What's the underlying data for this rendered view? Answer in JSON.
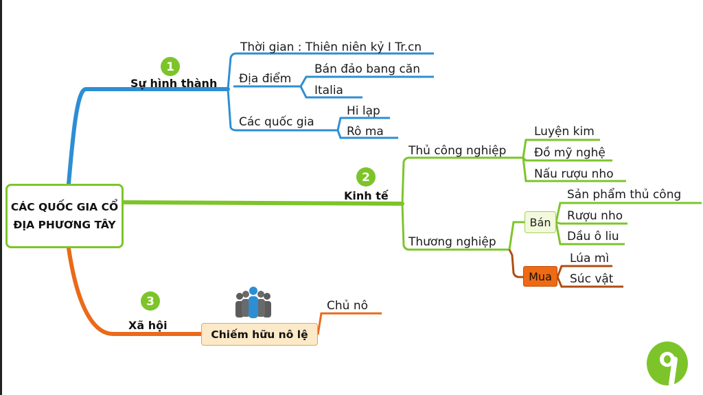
{
  "central": {
    "title": "CÁC QUỐC GIA CỔ ĐỊA PHƯƠNG TÂY"
  },
  "colors": {
    "blue": "#2d8ed3",
    "green": "#7dc42a",
    "orange": "#ea6a1a",
    "brown": "#b04c10"
  },
  "branch1": {
    "number": "1",
    "title": "Sự hình thành",
    "time": "Thời gian : Thiên niên kỷ I Tr.cn",
    "place": "Địa điểm",
    "place_items": [
      "Bán đảo bang căn",
      "Italia"
    ],
    "states": "Các quốc gia",
    "states_items": [
      "Hi lạp",
      "Rô ma"
    ]
  },
  "branch2": {
    "number": "2",
    "title": "Kinh tế",
    "craft": "Thủ công nghiệp",
    "craft_items": [
      "Luyện kim",
      "Đồ mỹ nghệ",
      "Nấu rượu nho"
    ],
    "trade": "Thương nghiệp",
    "sell": "Bán",
    "sell_items": [
      "Sản phẩm thủ công",
      "Rượu nho",
      "Dầu ô liu"
    ],
    "buy": "Mua",
    "buy_items": [
      "Lúa mì",
      "Súc vật"
    ]
  },
  "branch3": {
    "number": "3",
    "title": "Xã hội",
    "system": "Chiếm hữu nô lệ",
    "items": [
      "Chủ nô"
    ]
  },
  "icons": {
    "people": "people-group-icon",
    "logo": "number-nine-logo-icon"
  }
}
